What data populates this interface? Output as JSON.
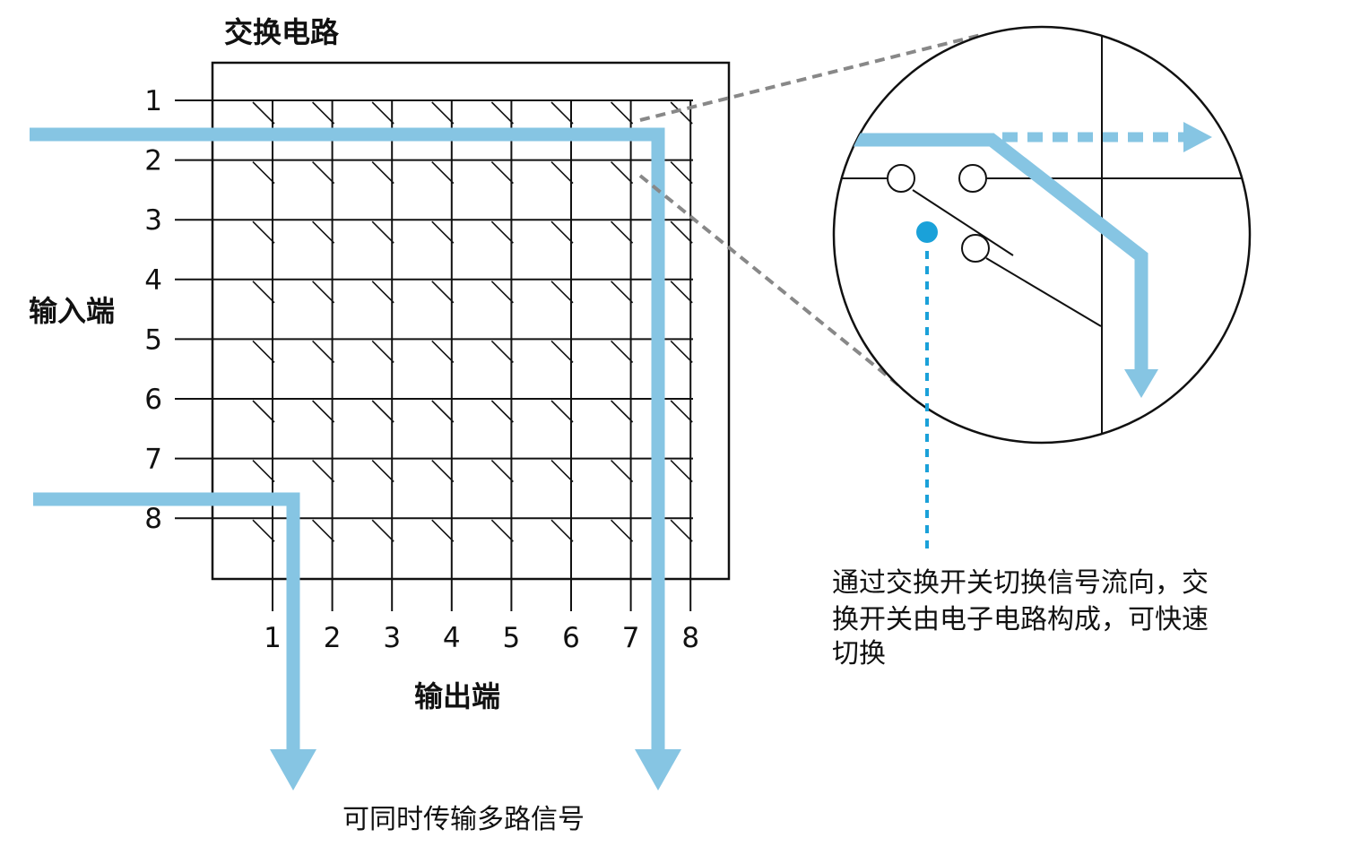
{
  "title": "交换电路",
  "input_label": "输入端",
  "output_label": "输出端",
  "input_numbers": [
    "1",
    "2",
    "3",
    "4",
    "5",
    "6",
    "7",
    "8"
  ],
  "output_numbers": [
    "1",
    "2",
    "3",
    "4",
    "5",
    "6",
    "7",
    "8"
  ],
  "bottom_caption": "可同时传输多路信号",
  "callout_lines": [
    "通过交换开关切换信号流向，交",
    "换开关由电子电路构成，可快速",
    "切换"
  ],
  "colors": {
    "signal": "#86c5e3",
    "switch_dot": "#1aa1d9",
    "grid": "#111111",
    "leader": "#888888"
  }
}
